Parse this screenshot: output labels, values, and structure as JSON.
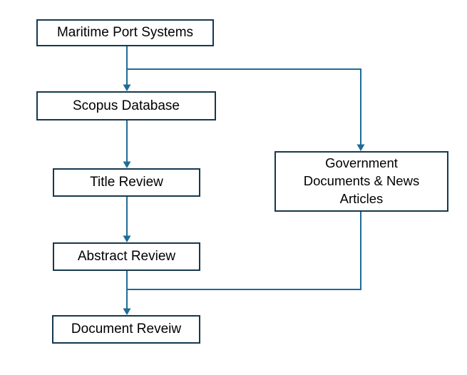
{
  "diagram": {
    "type": "flowchart",
    "background": "#ffffff",
    "colors": {
      "box_border": "#16384c",
      "box_fill": "#ffffff",
      "arrow_line": "#1f6c96",
      "text": "#000000"
    },
    "nodes": [
      {
        "id": "maritime-port-systems",
        "label": "Maritime Port Systems"
      },
      {
        "id": "scopus-database",
        "label": "Scopus Database"
      },
      {
        "id": "title-review",
        "label": "Title Review"
      },
      {
        "id": "abstract-review",
        "label": "Abstract Review"
      },
      {
        "id": "document-review",
        "label": "Document Reveiw"
      },
      {
        "id": "government-documents",
        "label": "Government Documents & News Articles",
        "lines": [
          "Government",
          "Documents & News",
          "Articles"
        ]
      }
    ],
    "edges": [
      {
        "from": "Maritime Port Systems",
        "to": "Scopus Database"
      },
      {
        "from": "Maritime Port Systems",
        "to": "Government Documents & News Articles"
      },
      {
        "from": "Scopus Database",
        "to": "Title Review"
      },
      {
        "from": "Title Review",
        "to": "Abstract Review"
      },
      {
        "from": "Abstract Review",
        "to": "Document Reveiw"
      },
      {
        "from": "Government Documents & News Articles",
        "to": "Document Reveiw"
      }
    ]
  }
}
